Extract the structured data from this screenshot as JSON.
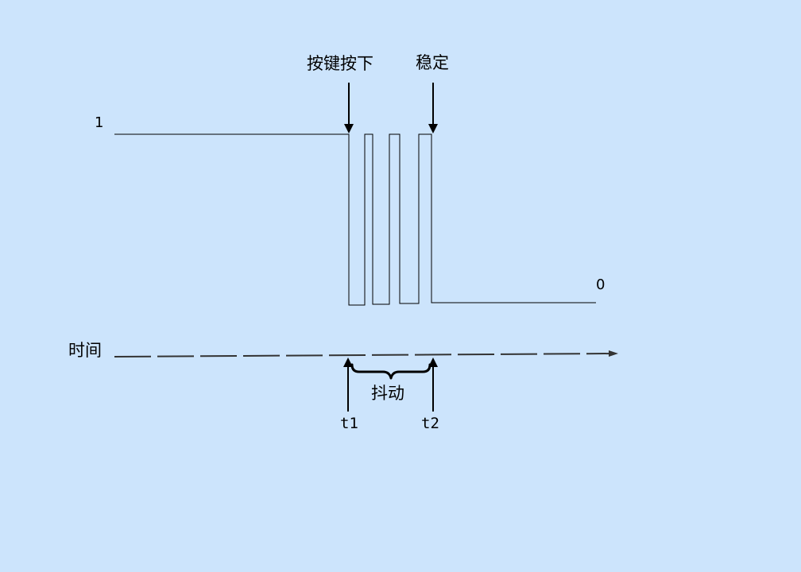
{
  "diagram": {
    "background_color": "#cce4fc",
    "signal": {
      "high_label": "1",
      "low_label": "0"
    },
    "annotations": {
      "press": "按键按下",
      "stable": "稳定",
      "bounce": "抖动"
    },
    "time_axis": {
      "label": "时间",
      "t1": "t1",
      "t2": "t2"
    }
  }
}
